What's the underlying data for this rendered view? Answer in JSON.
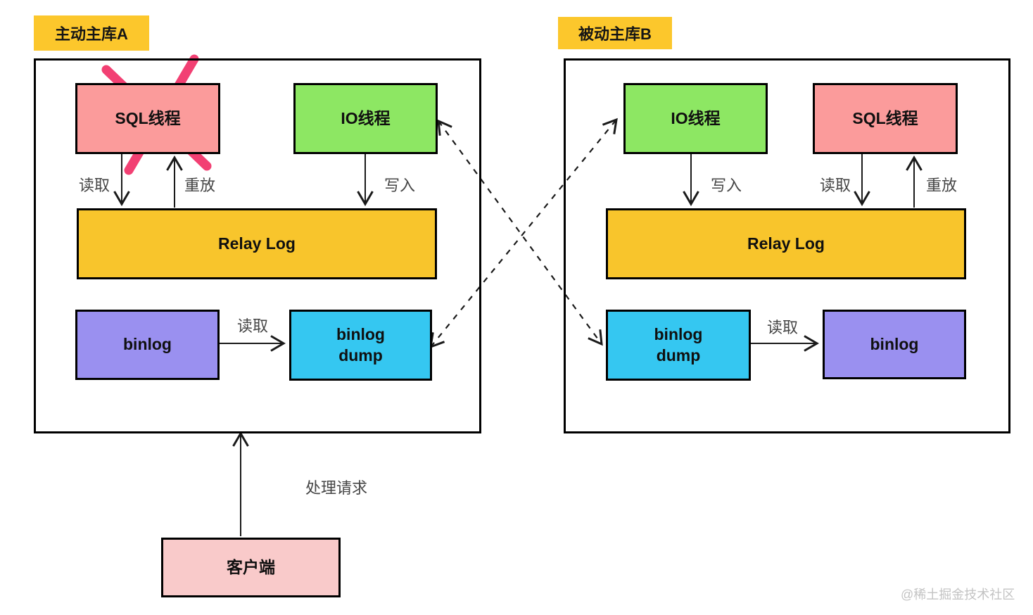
{
  "tags": {
    "a": "主动主库A",
    "b": "被动主库B"
  },
  "nodes": {
    "a_sql": "SQL线程",
    "a_io": "IO线程",
    "a_relay": "Relay Log",
    "a_binlog": "binlog",
    "a_dump": "binlog\ndump",
    "b_io": "IO线程",
    "b_sql": "SQL线程",
    "b_relay": "Relay Log",
    "b_dump": "binlog\ndump",
    "b_binlog": "binlog",
    "client": "客户端"
  },
  "edges": {
    "a_read": "读取",
    "a_replay": "重放",
    "a_write": "写入",
    "a_binlog_read": "读取",
    "b_write": "写入",
    "b_read": "读取",
    "b_replay": "重放",
    "b_dump_read": "读取",
    "client_request": "处理请求"
  },
  "watermark": "@稀土掘金技术社区",
  "colors": {
    "gold_tag": "#fcc72c",
    "gold_relay": "#f8c52c",
    "green": "#8de763",
    "salmon": "#fb9b9b",
    "purple": "#9a90f0",
    "cyan": "#35c7f1",
    "pink_client": "#f9caca",
    "xmark": "#f24073",
    "arrow": "#1a1a1a"
  }
}
